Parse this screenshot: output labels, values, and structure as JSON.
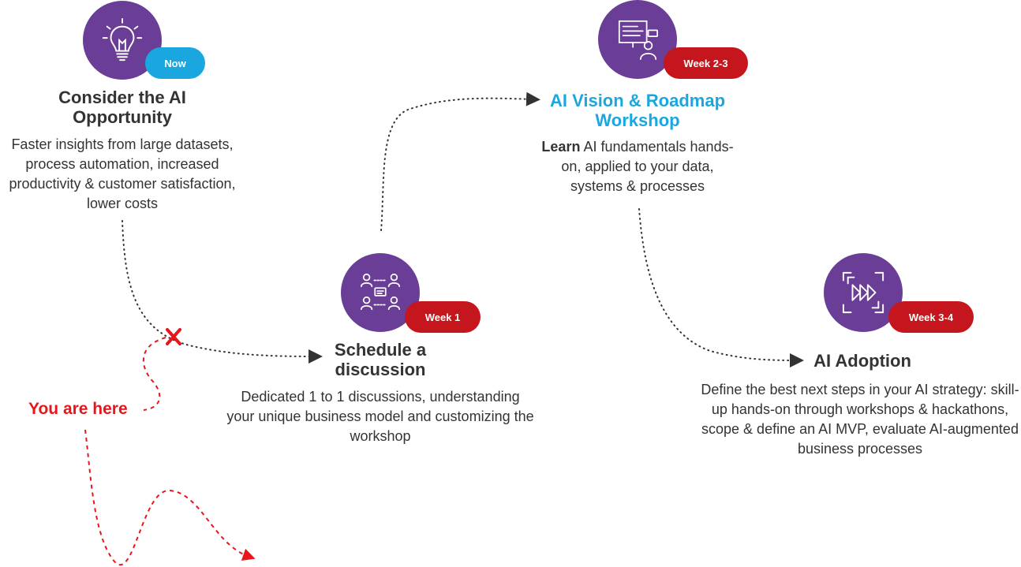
{
  "colors": {
    "purple": "#6a3d96",
    "now_badge": "#1aa7e0",
    "week_badge": "#c4161c",
    "accent_title": "#1aa7e0",
    "marker_red": "#e8161b",
    "text": "#333333"
  },
  "steps": [
    {
      "icon": "lightbulb-icon",
      "badge": "Now",
      "title": "Consider the AI Opportunity",
      "description": "Faster insights from large datasets, process automation, increased productivity & customer satisfaction, lower costs"
    },
    {
      "icon": "team-discussion-icon",
      "badge": "Week 1",
      "title": "Schedule a discussion",
      "description": "Dedicated 1 to 1 discussions, understanding your unique business model and customizing the workshop"
    },
    {
      "icon": "presentation-icon",
      "badge": "Week 2-3",
      "title": "AI Vision & Roadmap Workshop",
      "description_bold": "Learn",
      "description": " AI fundamentals hands-on, applied to your data, systems & processes"
    },
    {
      "icon": "fast-forward-icon",
      "badge": "Week 3-4",
      "title": "AI Adoption",
      "description": "Define the best next steps in your AI strategy: skill-up hands-on through workshops & hackathons, scope & define an AI MVP, evaluate AI-augmented business processes"
    }
  ],
  "marker": {
    "label": "You are here",
    "icon": "x-mark-icon"
  }
}
